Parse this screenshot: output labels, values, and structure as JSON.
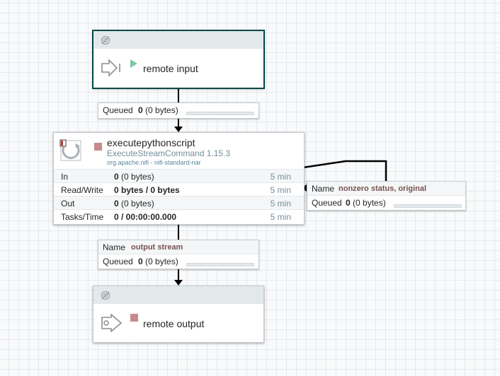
{
  "remote_input": {
    "name": "remote input",
    "state": "running"
  },
  "remote_output": {
    "name": "remote output",
    "state": "stopped"
  },
  "processor": {
    "name": "executepythonscript",
    "type": "ExecuteStreamCommand 1.15.3",
    "bundle": "org.apache.nifi - nifi-standard-nar",
    "state": "stopped",
    "stats": [
      {
        "label": "In",
        "count": "0",
        "size": "(0 bytes)",
        "time": "5 min"
      },
      {
        "label": "Read/Write",
        "value": "0 bytes / 0 bytes",
        "time": "5 min"
      },
      {
        "label": "Out",
        "count": "0",
        "size": "(0 bytes)",
        "time": "5 min"
      },
      {
        "label": "Tasks/Time",
        "value": "0 / 00:00:00.000",
        "time": "5 min"
      }
    ]
  },
  "connections": {
    "input_to_processor": {
      "queued_label": "Queued",
      "queued_count": "0",
      "queued_size": "(0 bytes)"
    },
    "processor_to_output": {
      "name_label": "Name",
      "name": "output stream",
      "queued_label": "Queued",
      "queued_count": "0",
      "queued_size": "(0 bytes)"
    },
    "processor_self_loop": {
      "name_label": "Name",
      "name": "nonzero status, original",
      "queued_label": "Queued",
      "queued_count": "0",
      "queued_size": "(0 bytes)"
    }
  },
  "colors": {
    "running": "#7dc7a0",
    "stopped": "#c88a8a",
    "selection": "#004849"
  }
}
